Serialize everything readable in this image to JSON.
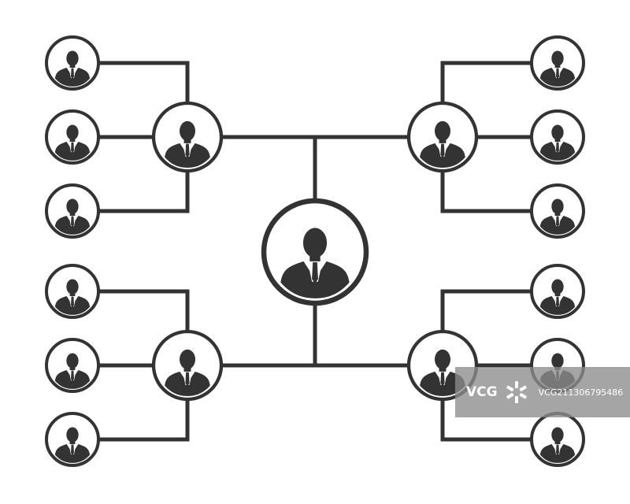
{
  "diagram": {
    "type": "org-network",
    "colors": {
      "stroke": "#333333",
      "silhouette": "#333333",
      "shirt": "#ffffff",
      "node_fill": "#ffffff",
      "background": "#ffffff"
    },
    "icon": "businessman-icon",
    "center": {
      "id": "center"
    },
    "clusters": [
      {
        "id": "top-left",
        "members": 3
      },
      {
        "id": "top-right",
        "members": 3
      },
      {
        "id": "bottom-left",
        "members": 3
      },
      {
        "id": "bottom-right",
        "members": 3
      }
    ]
  },
  "watermark": {
    "logo": "VCG",
    "id_text": "VCG211306795486",
    "color": "#8c8c8c"
  }
}
